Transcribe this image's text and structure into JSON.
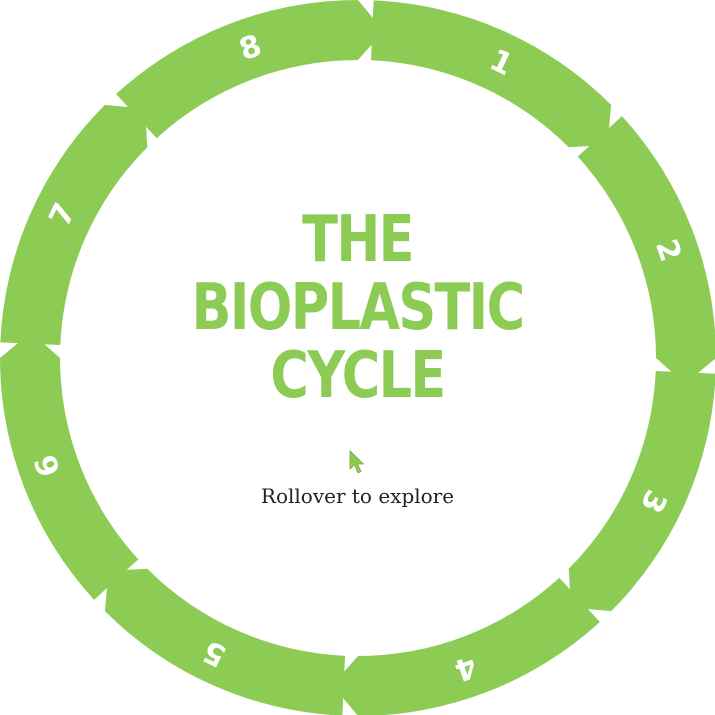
{
  "title": {
    "line1": "THE",
    "line2": "BIOPLASTIC",
    "line3": "CYCLE"
  },
  "instruction": "Rollover to explore",
  "colors": {
    "accent": "#8ccc55",
    "segment_text": "#ffffff",
    "instruction_text": "#222222"
  },
  "segments": [
    {
      "label": "1"
    },
    {
      "label": "2"
    },
    {
      "label": "3"
    },
    {
      "label": "4"
    },
    {
      "label": "5"
    },
    {
      "label": "6"
    },
    {
      "label": "7"
    },
    {
      "label": "8"
    }
  ],
  "icons": {
    "cursor": "pointer-cursor-icon"
  }
}
